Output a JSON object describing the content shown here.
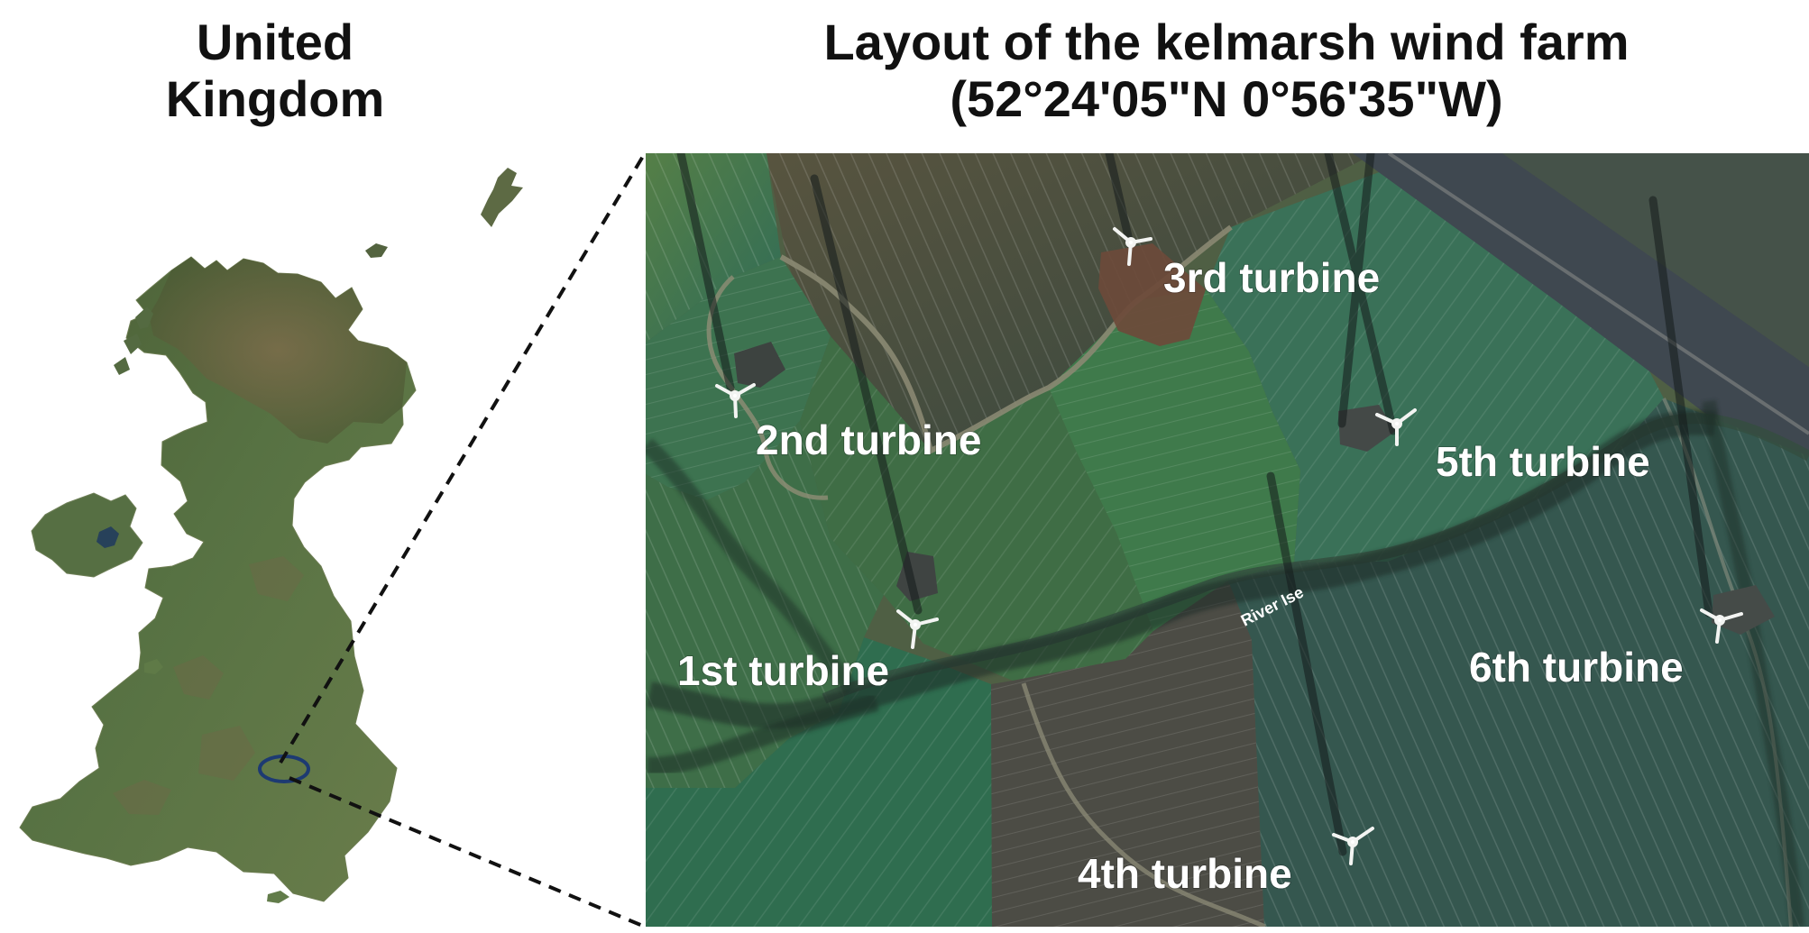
{
  "left_panel": {
    "title_line1": "United",
    "title_line2": "Kingdom"
  },
  "right_panel": {
    "title_line1": "Layout of the kelmarsh wind farm",
    "title_line2": "(52°24'05\"N 0°56'35\"W)"
  },
  "turbines": [
    {
      "label": "1st turbine"
    },
    {
      "label": "2nd turbine"
    },
    {
      "label": "3rd turbine"
    },
    {
      "label": "4th turbine"
    },
    {
      "label": "5th turbine"
    },
    {
      "label": "6th turbine"
    }
  ],
  "map_labels": {
    "river": "River Ise"
  },
  "colors": {
    "land_dark": "#3f5a2b",
    "land_light": "#627a45",
    "mountain": "#6f5a3d",
    "water": "#27415a",
    "inset_outline": "#1d3a72",
    "turbine_label": "#ffffff",
    "connector": "#111111"
  }
}
